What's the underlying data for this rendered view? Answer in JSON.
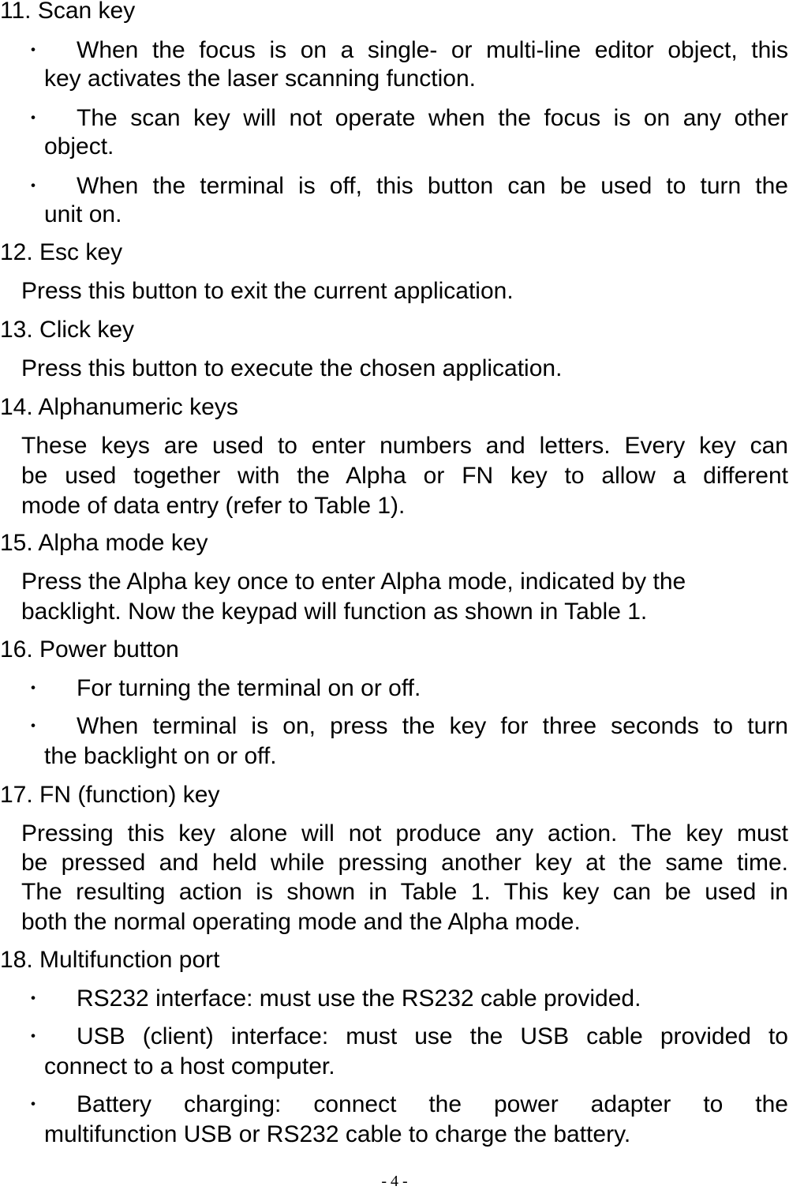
{
  "sections": [
    {
      "heading": "11.  Scan key",
      "bullets": [
        {
          "first": "When the focus is on a single- or multi-line editor object, this",
          "rest": "key activates the laser scanning function."
        },
        {
          "first": "The scan key will not operate when the focus is on any other",
          "rest": "object."
        },
        {
          "first": "When the terminal is off, this button can be used to turn the",
          "rest": "unit on."
        }
      ]
    },
    {
      "heading": "12.  Esc key",
      "para": [
        "Press this button to exit the current application."
      ]
    },
    {
      "heading": "13.  Click key",
      "para": [
        "Press this button to execute the chosen application."
      ]
    },
    {
      "heading": "14.  Alphanumeric keys",
      "para": [
        "These keys are used to enter numbers and letters. Every key can",
        "be used together with the Alpha or FN key to allow a different",
        "mode of data entry (refer to Table 1)."
      ]
    },
    {
      "heading": "15.  Alpha mode key",
      "para": [
        "Press the Alpha key once to enter Alpha mode, indicated by the",
        "backlight. Now the keypad will function as shown in Table 1."
      ]
    },
    {
      "heading": "16.  Power button",
      "bullets": [
        {
          "first": "For turning the terminal on or off.",
          "rest": ""
        },
        {
          "first": "When terminal is on, press the key for three seconds to turn",
          "rest": "the backlight on or off."
        }
      ]
    },
    {
      "heading": "17.  FN (function) key",
      "para": [
        "Pressing this key alone will not produce any action. The key must",
        "be pressed and held while pressing another key at the same time.",
        "The resulting action is shown in Table 1. This key can be used in",
        "both the normal operating mode and the Alpha mode."
      ]
    },
    {
      "heading": "18.  Multifunction port",
      "bullets": [
        {
          "first": "RS232 interface: must use the RS232 cable provided.",
          "rest": ""
        },
        {
          "first": "USB (client) interface: must use the USB cable provided to",
          "rest": "connect to a host computer."
        },
        {
          "first": "Battery charging: connect the power adapter to the",
          "rest": "multifunction USB or RS232 cable to charge the battery."
        }
      ]
    }
  ],
  "bullet_glyph": "・",
  "footer": "- 4 -"
}
